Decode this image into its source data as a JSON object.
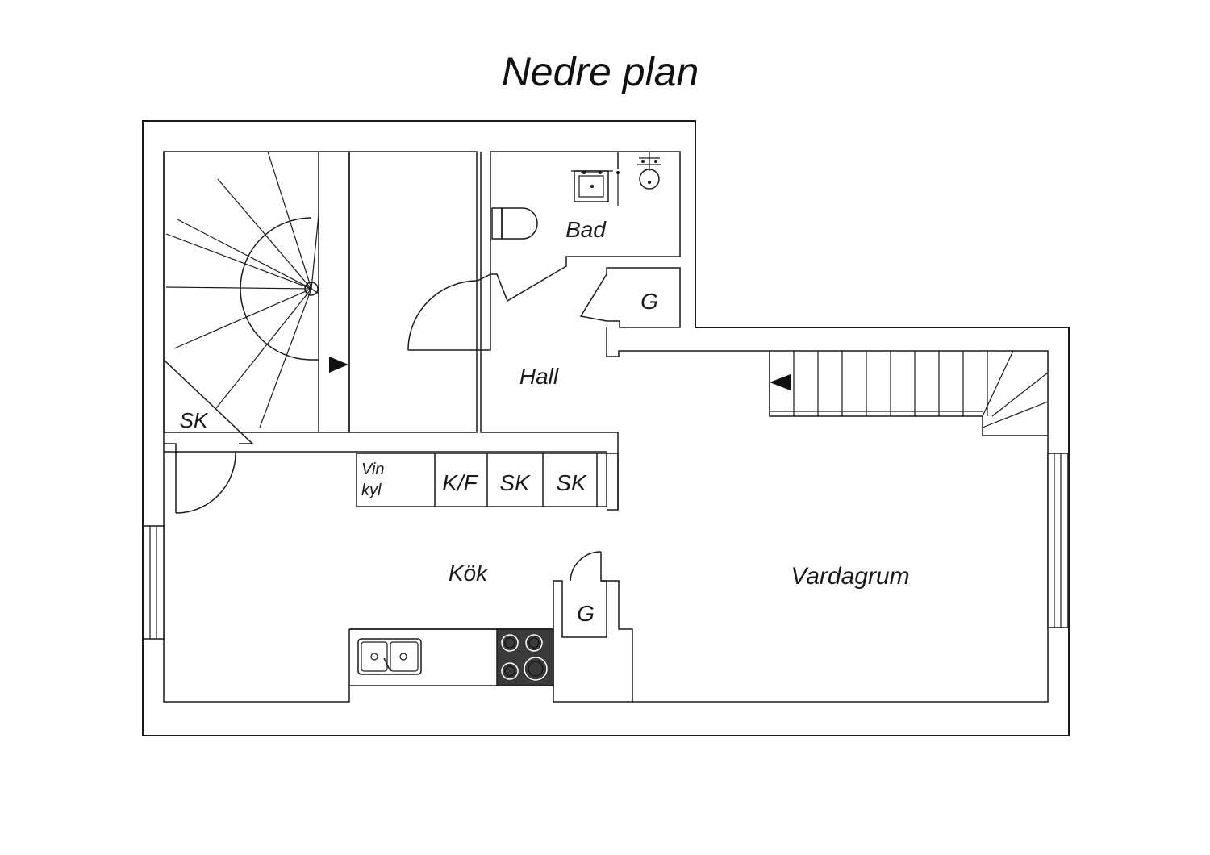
{
  "title": "Nedre plan",
  "rooms": {
    "bad": "Bad",
    "g_upper": "G",
    "hall": "Hall",
    "sk_left": "SK",
    "vin": "Vin",
    "kyl": "kyl",
    "kf": "K/F",
    "sk_1": "SK",
    "sk_2": "SK",
    "kok": "Kök",
    "g_lower": "G",
    "vardagrum": "Vardagrum"
  },
  "icons": {
    "stair_arrow_right": "arrow-right-icon",
    "stair_arrow_left": "arrow-left-icon",
    "toilet": "toilet-icon",
    "washbasin": "washbasin-icon",
    "shower": "shower-icon",
    "sink": "sink-icon",
    "stove": "stove-icon"
  },
  "colors": {
    "line": "#1a1a1a",
    "stove_fill": "#3a3a3a",
    "background": "#ffffff"
  }
}
